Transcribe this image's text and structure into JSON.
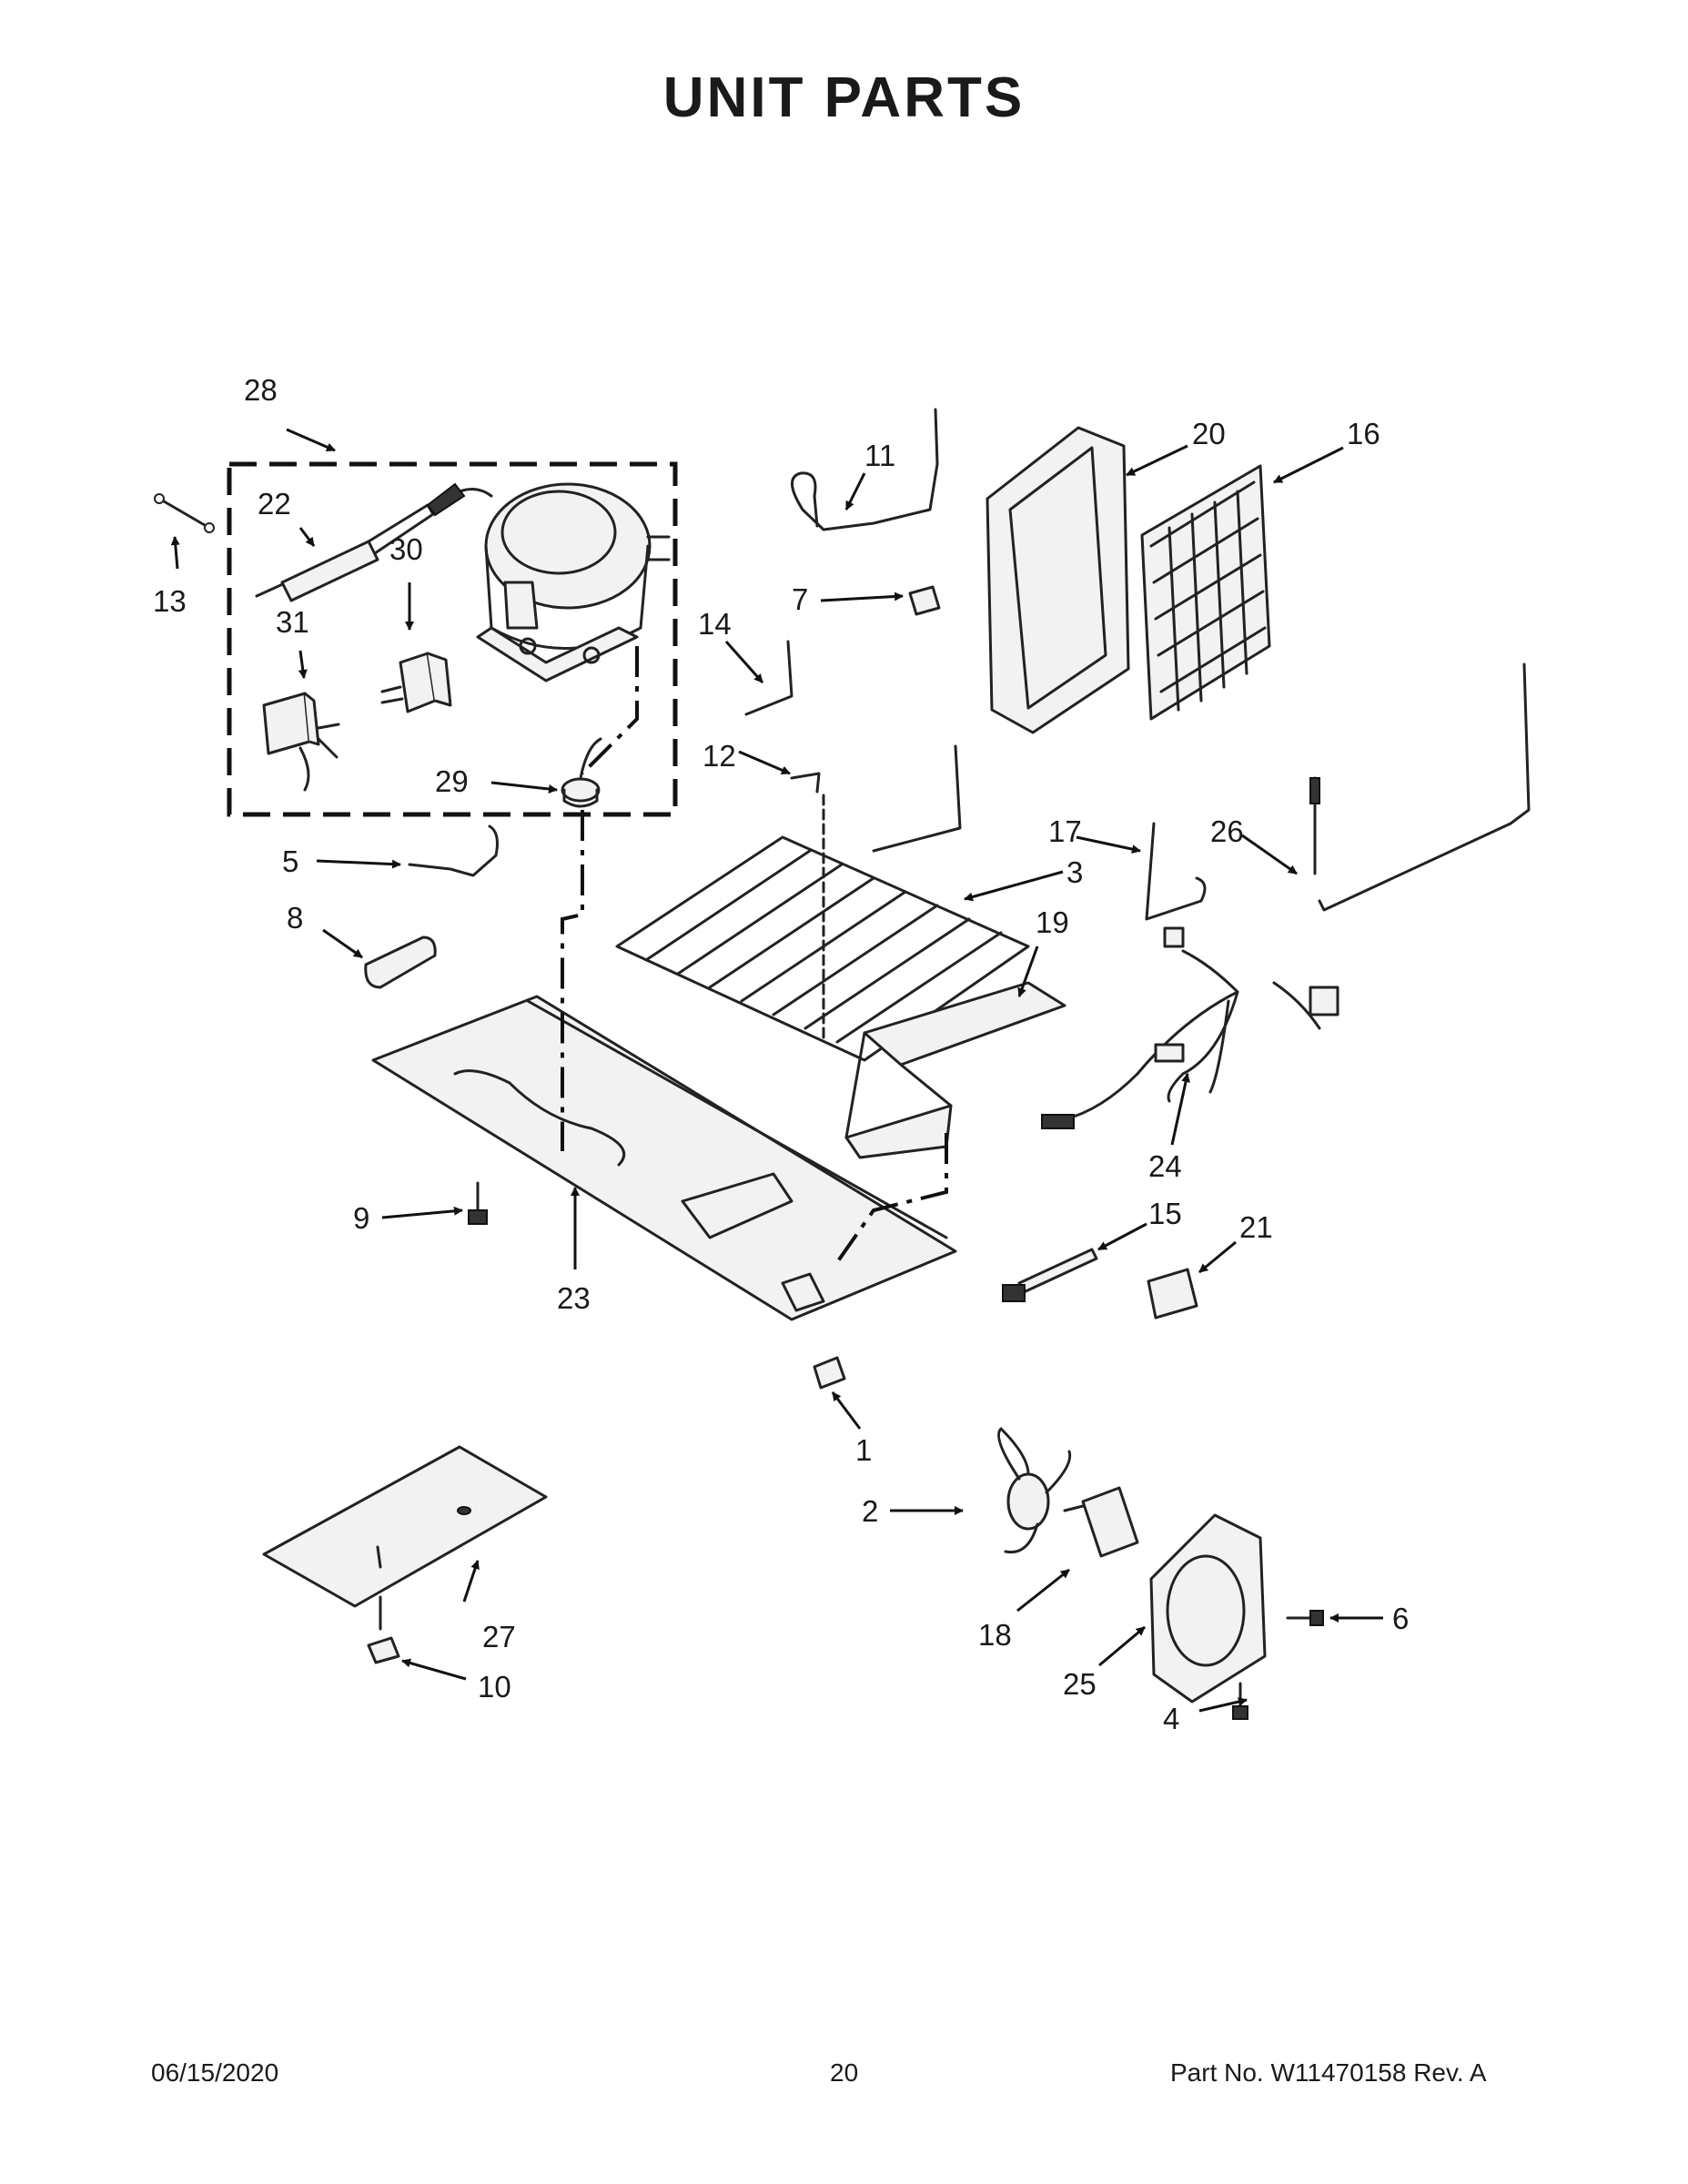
{
  "title": "UNIT  PARTS",
  "footer": {
    "date": "06/15/2020",
    "page_number": "20",
    "part_info": "Part No.  W11470158  Rev.  A"
  },
  "callouts": [
    "1",
    "2",
    "3",
    "4",
    "5",
    "6",
    "7",
    "8",
    "9",
    "10",
    "11",
    "12",
    "13",
    "14",
    "15",
    "16",
    "17",
    "18",
    "19",
    "20",
    "21",
    "22",
    "23",
    "24",
    "25",
    "26",
    "27",
    "28",
    "29",
    "30",
    "31"
  ]
}
